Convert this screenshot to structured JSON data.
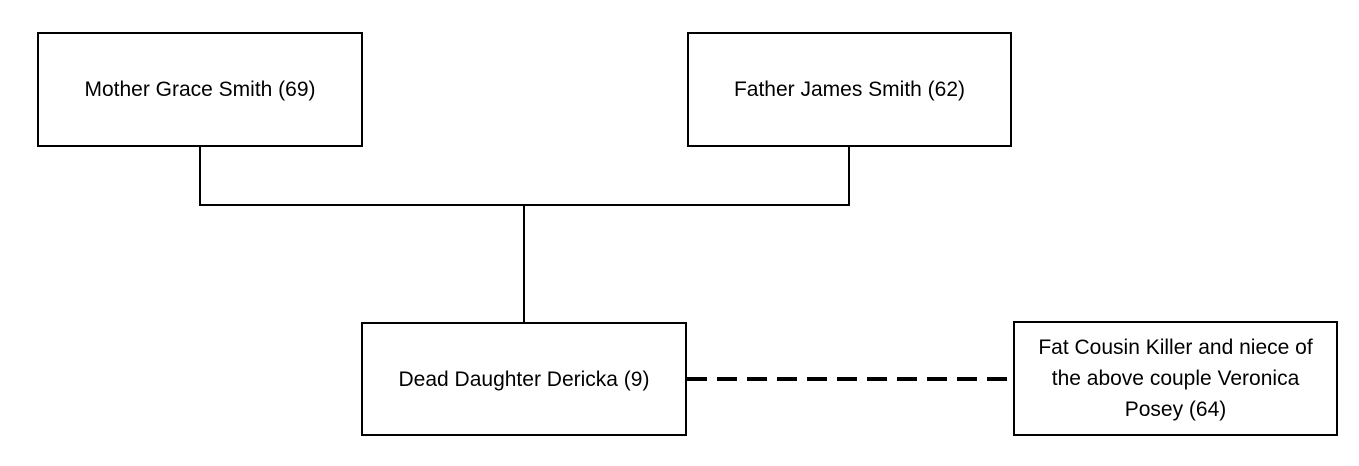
{
  "diagram": {
    "title": "family-tree",
    "background_color": "#ffffff",
    "line_color": "#000000",
    "nodes": [
      {
        "id": "mother",
        "label": "Mother Grace Smith (69)"
      },
      {
        "id": "father",
        "label": "Father James Smith (62)"
      },
      {
        "id": "daughter",
        "label": "Dead Daughter Dericka (9)"
      },
      {
        "id": "cousin",
        "label": "Fat Cousin Killer and niece of the above couple Veronica Posey (64)"
      }
    ],
    "edges": [
      {
        "from": "mother",
        "to": "daughter",
        "style": "solid",
        "meaning": "parent-child"
      },
      {
        "from": "father",
        "to": "daughter",
        "style": "solid",
        "meaning": "parent-child"
      },
      {
        "from": "daughter",
        "to": "cousin",
        "style": "dashed",
        "meaning": "relation"
      }
    ]
  }
}
